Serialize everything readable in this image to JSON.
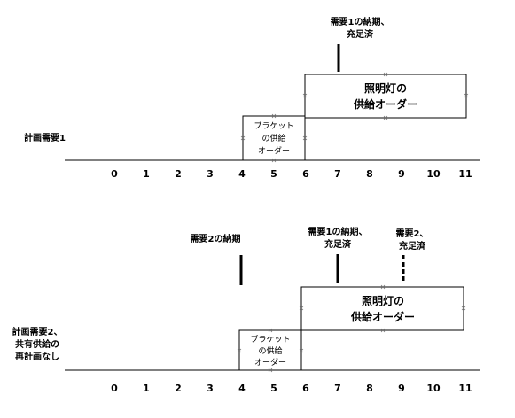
{
  "axis_ticks": [
    "0",
    "1",
    "2",
    "3",
    "4",
    "5",
    "6",
    "7",
    "8",
    "9",
    "10",
    "11"
  ],
  "top": {
    "row_label": "計画需要1",
    "demand1_label": [
      "需要1の納期、",
      "充足済"
    ],
    "bracket_order": [
      "ブラケット",
      "の供給",
      "オーダー"
    ],
    "lighting_order": [
      "照明灯の",
      "供給オーダー"
    ]
  },
  "bottom": {
    "row_label": [
      "計画需要2、",
      "共有供給の",
      "再計画なし"
    ],
    "demand2_label": "需要2の納期",
    "demand1_label": [
      "需要1の納期、",
      "充足済"
    ],
    "demand2_done_label": [
      "需要2、",
      "充足済"
    ],
    "bracket_order": [
      "ブラケット",
      "の供給",
      "オーダー"
    ],
    "lighting_order": [
      "照明灯の",
      "供給オーダー"
    ]
  },
  "colors": {
    "line": "#000000",
    "background": "#ffffff"
  }
}
